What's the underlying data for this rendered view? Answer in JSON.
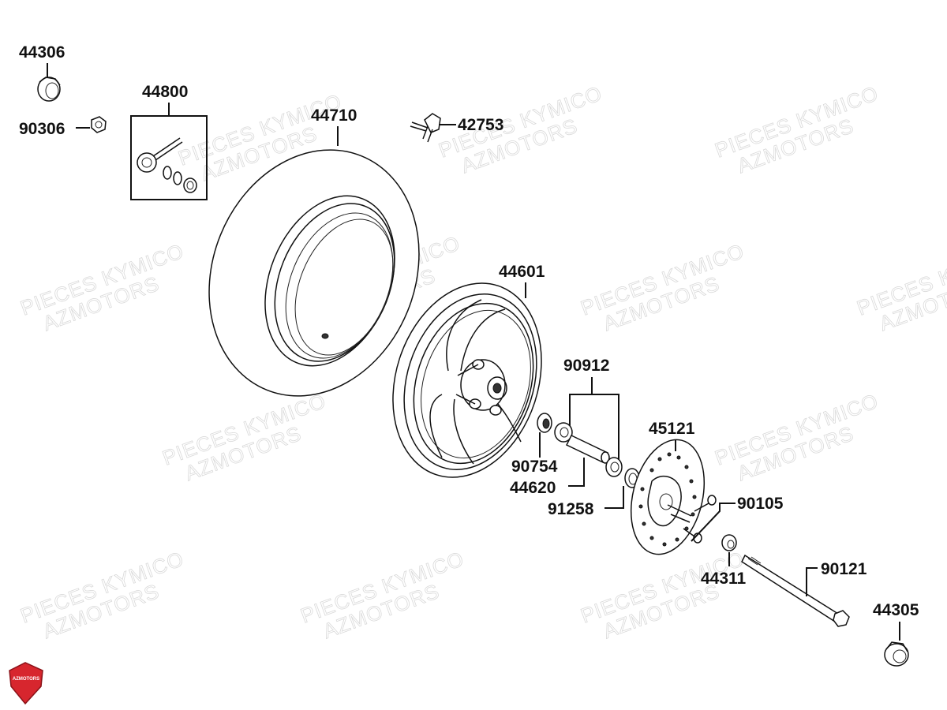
{
  "watermark": {
    "line1": "PIECES KYMICO",
    "line2": "AZMOTORS"
  },
  "logo": {
    "text": "AZMOTORS",
    "color": "#d7262e"
  },
  "parts": [
    {
      "id": "44306"
    },
    {
      "id": "44800"
    },
    {
      "id": "90306"
    },
    {
      "id": "44710"
    },
    {
      "id": "42753"
    },
    {
      "id": "44601"
    },
    {
      "id": "90912"
    },
    {
      "id": "45121"
    },
    {
      "id": "90754"
    },
    {
      "id": "44620"
    },
    {
      "id": "91258"
    },
    {
      "id": "90105"
    },
    {
      "id": "44311"
    },
    {
      "id": "90121"
    },
    {
      "id": "44305"
    }
  ]
}
